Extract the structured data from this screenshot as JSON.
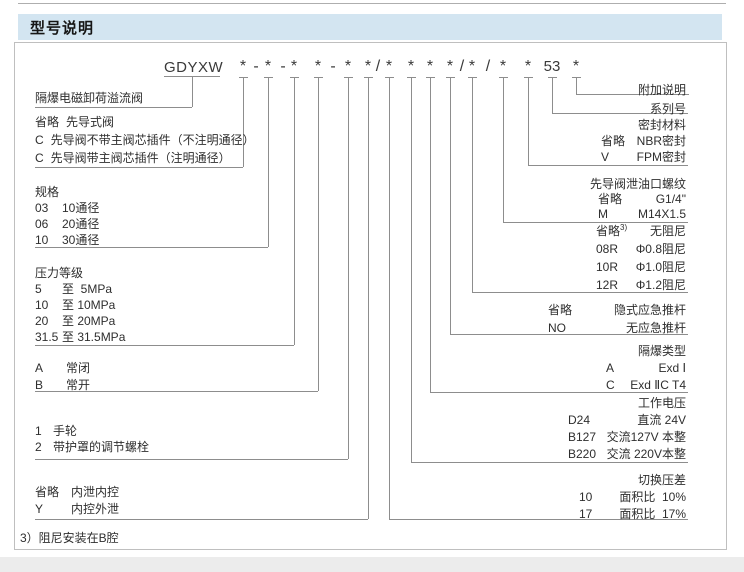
{
  "header": {
    "title": "型号说明"
  },
  "model_code": {
    "prefix": "GDYXW",
    "tokens": [
      "*",
      "-",
      "*",
      "-",
      "*",
      "*",
      "-",
      "*",
      "*",
      "/",
      "*",
      "*",
      "*",
      "*",
      "/",
      "*",
      "/",
      "*",
      "*",
      "53",
      "*"
    ]
  },
  "footnote": "3）阻尼安装在B腔",
  "left_sections": {
    "valve_name": {
      "title": "隔爆电磁卸荷溢流阀"
    },
    "pilot": {
      "rows": [
        {
          "code": "省略",
          "desc": "先导式阀"
        },
        {
          "code": "C",
          "desc": "先导阀不带主阀芯插件（不注明通径）"
        },
        {
          "code": "C",
          "desc": "先导阀带主阀芯插件（注明通径）"
        }
      ]
    },
    "size": {
      "title": "规格",
      "rows": [
        {
          "code": "03",
          "desc": "10通径"
        },
        {
          "code": "06",
          "desc": "20通径"
        },
        {
          "code": "10",
          "desc": "30通径"
        }
      ]
    },
    "pressure": {
      "title": "压力等级",
      "rows": [
        {
          "code": "5",
          "desc": "至  5MPa"
        },
        {
          "code": "10",
          "desc": "至 10MPa"
        },
        {
          "code": "20",
          "desc": "至 20MPa"
        },
        {
          "code": "31.5",
          "desc": "至 31.5MPa"
        }
      ]
    },
    "state": {
      "rows": [
        {
          "code": "A",
          "desc": "常闭"
        },
        {
          "code": "B",
          "desc": "常开"
        }
      ]
    },
    "adjuster": {
      "rows": [
        {
          "code": "1",
          "desc": "手轮"
        },
        {
          "code": "2",
          "desc": "带护罩的调节螺栓"
        }
      ]
    },
    "drain": {
      "rows": [
        {
          "code": "省略",
          "desc": "内泄内控"
        },
        {
          "code": "Y",
          "desc": "内控外泄"
        }
      ]
    }
  },
  "right_sections": {
    "extra": {
      "title": "附加说明"
    },
    "series": {
      "title": "系列号"
    },
    "seal": {
      "title": "密封材料",
      "rows": [
        {
          "code": "省略",
          "desc": "NBR密封"
        },
        {
          "code": "V",
          "desc": "FPM密封"
        }
      ]
    },
    "thread": {
      "title": "先导阀泄油口螺纹",
      "rows": [
        {
          "code": "省略",
          "desc": "G1/4\""
        },
        {
          "code": "M",
          "desc": "M14X1.5"
        }
      ]
    },
    "damping": {
      "rows": [
        {
          "code": "省略",
          "sup": "3)",
          "desc": "无阻尼"
        },
        {
          "code": "08R",
          "desc": "Φ0.8阻尼"
        },
        {
          "code": "10R",
          "desc": "Φ1.0阻尼"
        },
        {
          "code": "12R",
          "desc": "Φ1.2阻尼"
        }
      ]
    },
    "pushrod": {
      "rows": [
        {
          "code": "省略",
          "desc": "隐式应急推杆"
        },
        {
          "code": "NO",
          "desc": "无应急推杆"
        }
      ]
    },
    "exd_type": {
      "title": "隔爆类型",
      "rows": [
        {
          "code": "A",
          "desc": "Exd Ⅰ"
        },
        {
          "code": "C",
          "desc": "Exd ⅡC T4"
        }
      ]
    },
    "voltage": {
      "title": "工作电压",
      "rows": [
        {
          "code": "D24",
          "desc": "直流 24V"
        },
        {
          "code": "B127",
          "desc": "交流127V 本整"
        },
        {
          "code": "B220",
          "desc": "交流 220V本整"
        }
      ]
    },
    "pressure_diff": {
      "title": "切换压差",
      "rows": [
        {
          "code": "10",
          "desc": "面积比  10%"
        },
        {
          "code": "17",
          "desc": "面积比  17%"
        }
      ]
    }
  }
}
